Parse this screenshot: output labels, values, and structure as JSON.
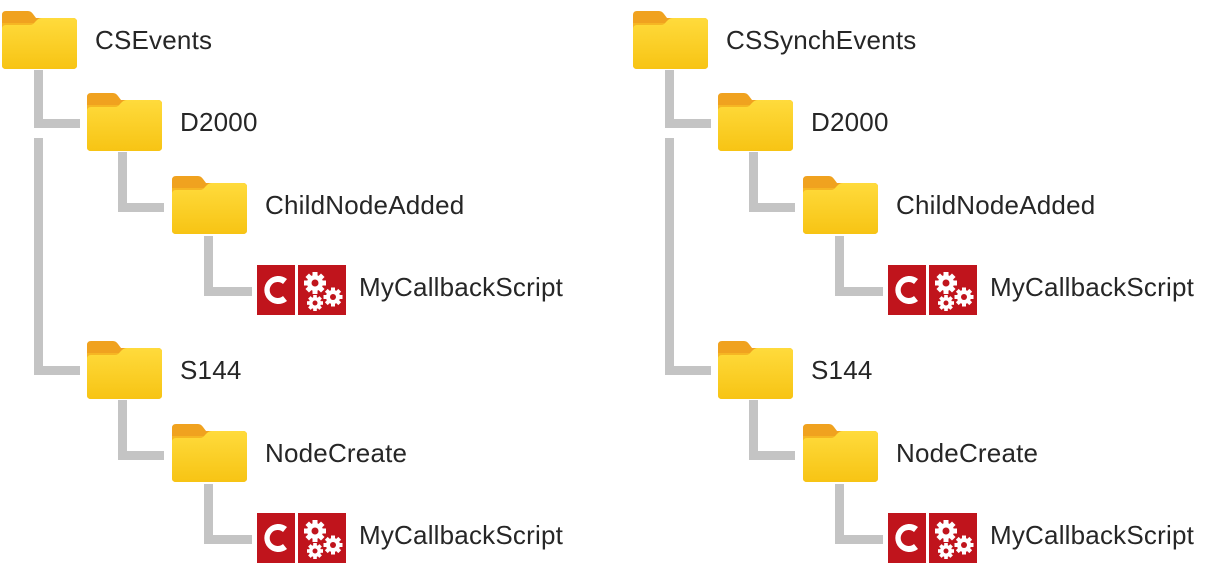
{
  "colors": {
    "folder_tab": "#f0a21f",
    "folder_back": "#f5b92a",
    "folder_front": "#ffd21e",
    "connector": "#c4c4c4",
    "script_red": "#c0141c",
    "label_text": "#262626"
  },
  "trees": [
    {
      "root": {
        "label": "CSEvents",
        "icon": "folder-icon"
      },
      "children": [
        {
          "label": "D2000",
          "icon": "folder-icon",
          "event": {
            "label": "ChildNodeAdded",
            "icon": "folder-icon",
            "script": {
              "label": "MyCallbackScript",
              "icon": "callback-script-icon"
            }
          }
        },
        {
          "label": "S144",
          "icon": "folder-icon",
          "event": {
            "label": "NodeCreate",
            "icon": "folder-icon",
            "script": {
              "label": "MyCallbackScript",
              "icon": "callback-script-icon"
            }
          }
        }
      ]
    },
    {
      "root": {
        "label": "CSSynchEvents",
        "icon": "folder-icon"
      },
      "children": [
        {
          "label": "D2000",
          "icon": "folder-icon",
          "event": {
            "label": "ChildNodeAdded",
            "icon": "folder-icon",
            "script": {
              "label": "MyCallbackScript",
              "icon": "callback-script-icon"
            }
          }
        },
        {
          "label": "S144",
          "icon": "folder-icon",
          "event": {
            "label": "NodeCreate",
            "icon": "folder-icon",
            "script": {
              "label": "MyCallbackScript",
              "icon": "callback-script-icon"
            }
          }
        }
      ]
    }
  ]
}
